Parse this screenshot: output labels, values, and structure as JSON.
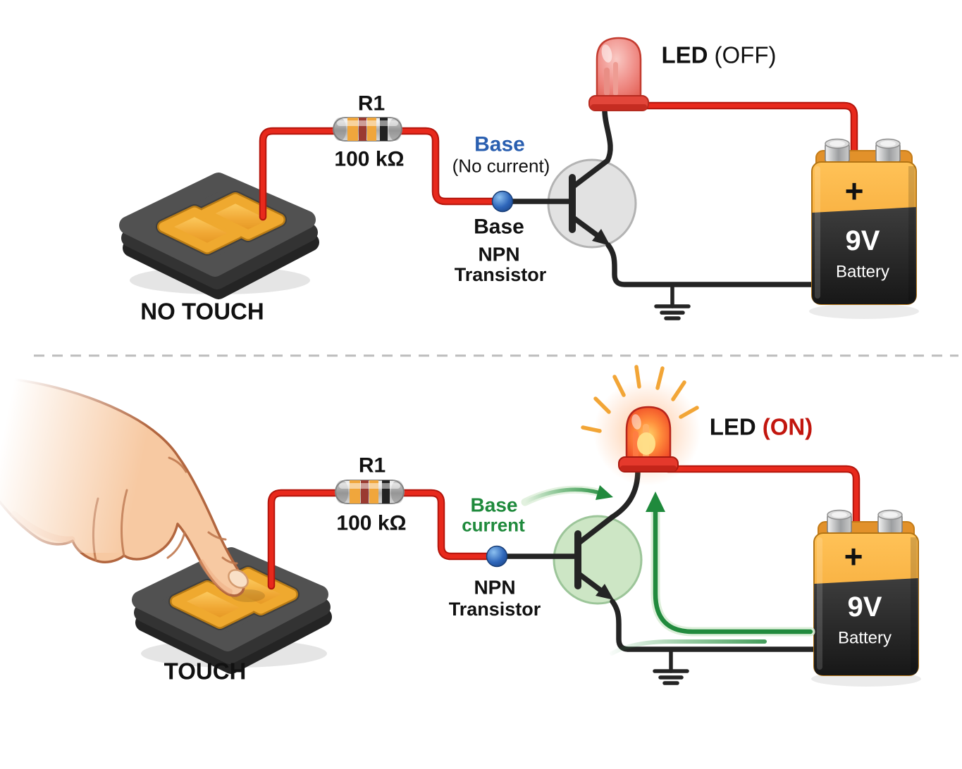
{
  "colors": {
    "wire_red": "#E8291C",
    "wire_black": "#242424",
    "base_blue": "#2A5FB0",
    "current_green": "#1F8A3C",
    "led_on_red": "#C2160E",
    "battery_orange": "#F2A134",
    "pad_gold": "#EFA92F"
  },
  "panels": {
    "no_touch": {
      "caption": "NO TOUCH",
      "resistor_name": "R1",
      "resistor_value": "100 kΩ",
      "base_label": "Base",
      "base_note": "(No current)",
      "base_pin_label": "Base",
      "transistor_line1": "NPN",
      "transistor_line2": "Transistor",
      "led_label": "LED",
      "led_state": "(OFF)",
      "battery_plus": "+",
      "battery_voltage": "9V",
      "battery_name": "Battery"
    },
    "touch": {
      "caption": "TOUCH",
      "resistor_name": "R1",
      "resistor_value": "100 kΩ",
      "base_current_line1": "Base",
      "base_current_line2": "current",
      "transistor_line1": "NPN",
      "transistor_line2": "Transistor",
      "led_label": "LED",
      "led_state": "(ON)",
      "battery_plus": "+",
      "battery_voltage": "9V",
      "battery_name": "Battery"
    }
  }
}
